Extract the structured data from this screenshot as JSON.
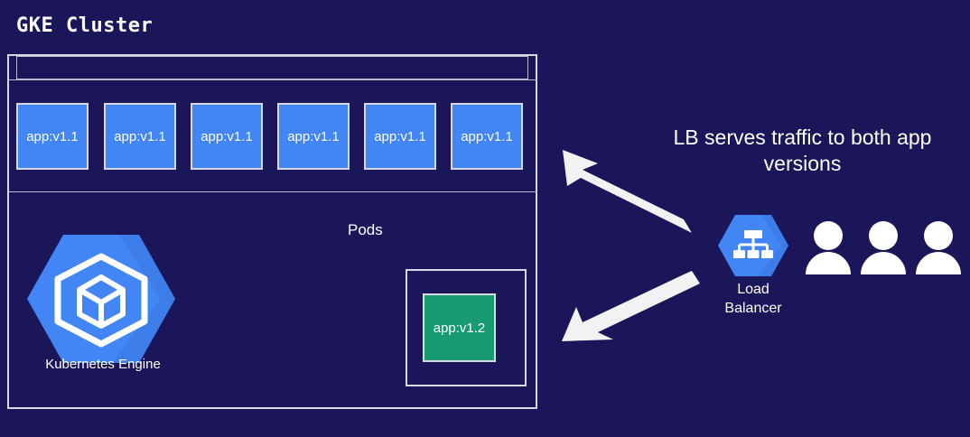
{
  "colors": {
    "background": "#1b1559",
    "pod_blue": "#4285f4",
    "pod_green": "#189a72",
    "border_light": "#d9d9e3",
    "border_dim": "#b9b9cc",
    "text_white": "#ffffff",
    "hexagon_blue": "#4285f4",
    "hexagon_blue_dark": "#3367d6",
    "arrow_white": "#f2f2f2"
  },
  "title": "GKE Cluster",
  "cluster": {
    "pods_label": "Pods",
    "pods": [
      {
        "label": "app:v1.1"
      },
      {
        "label": "app:v1.1"
      },
      {
        "label": "app:v1.1"
      },
      {
        "label": "app:v1.1"
      },
      {
        "label": "app:v1.1"
      },
      {
        "label": "app:v1.1"
      }
    ],
    "new_version_pod": {
      "label": "app:v1.2"
    },
    "engine": {
      "icon": "kubernetes-engine-icon",
      "caption": "Kubernetes Engine"
    }
  },
  "annotation": {
    "line1": "LB serves traffic to both app",
    "line2": "versions"
  },
  "load_balancer": {
    "icon": "load-balancer-icon",
    "caption_line1": "Load",
    "caption_line2": "Balancer"
  },
  "users": {
    "icon": "user-icon",
    "count": 3
  },
  "arrows": [
    {
      "name": "arrow-lb-to-v1-1-pods",
      "direction": "up-left"
    },
    {
      "name": "arrow-lb-to-v1-2-pod",
      "direction": "down-left"
    }
  ]
}
